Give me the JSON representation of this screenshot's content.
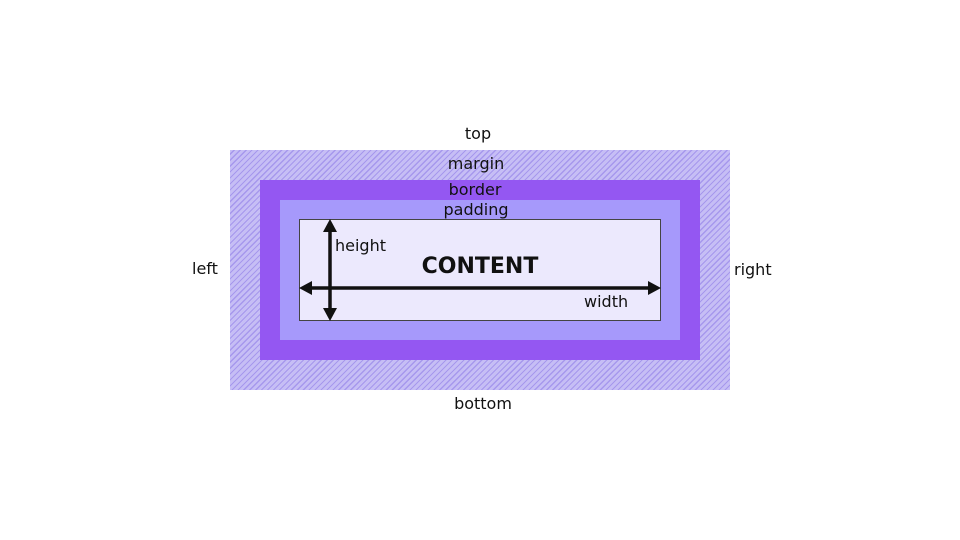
{
  "diagram": {
    "outer_labels": {
      "top": "top",
      "bottom": "bottom",
      "left": "left",
      "right": "right"
    },
    "layers": {
      "margin": "margin",
      "border": "border",
      "padding": "padding",
      "content": "CONTENT"
    },
    "dimensions": {
      "height": "height",
      "width": "width"
    },
    "colors": {
      "margin_fill": "#c6bef5",
      "border_fill": "#9457f2",
      "padding_fill": "#a699fb",
      "content_fill": "#ece9fd",
      "arrow": "#111111"
    }
  }
}
